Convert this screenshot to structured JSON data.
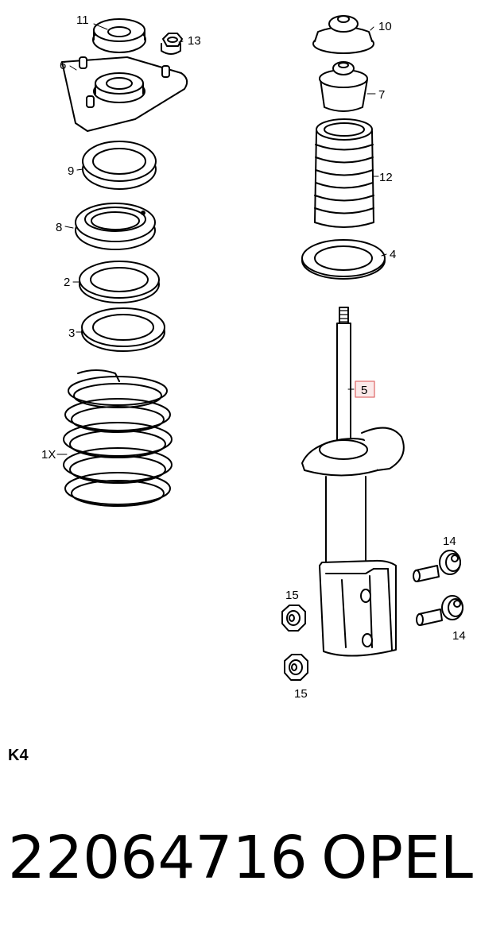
{
  "callouts": {
    "c11": "11",
    "c13": "13",
    "c6": "6",
    "c9": "9",
    "c8": "8",
    "c2": "2",
    "c3": "3",
    "c1x": "1X",
    "c10": "10",
    "c7": "7",
    "c12": "12",
    "c4": "4",
    "c5": "5",
    "c14a": "14",
    "c14b": "14",
    "c15a": "15",
    "c15b": "15"
  },
  "highlighted_callout": "5",
  "highlight_color": "#e07070",
  "section_code": "K4",
  "part_number": "22064716",
  "brand": "OPEL"
}
